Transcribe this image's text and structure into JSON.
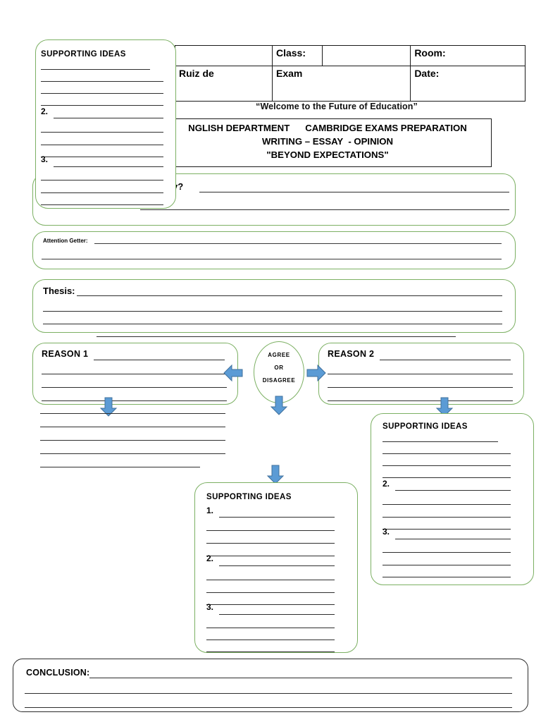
{
  "header": {
    "table": {
      "rows": [
        [
          "",
          "Class:",
          "",
          "Room:"
        ],
        [
          "Ruiz de",
          "Exam",
          "",
          "Date:"
        ]
      ]
    },
    "motto": "“Welcome to the Future of Education”",
    "dept_lines": [
      "NGLISH DEPARTMENT      CAMBRIDGE EXAMS PREPARATION",
      "WRITING – ESSAY  - OPINION",
      "\"BEYOND EXPECTATIONS\""
    ]
  },
  "topic_box": {
    "label": "y?"
  },
  "attention_box": {
    "label": "Attention Getter:"
  },
  "thesis_box": {
    "label": "Thesis:"
  },
  "reason1_box": {
    "label": "REASON 1"
  },
  "reason2_box": {
    "label": "REASON 2"
  },
  "decision_ellipse": {
    "line1": "AGREE",
    "line2": "OR",
    "line3": "DISAGREE"
  },
  "supporting_top_left": {
    "title": "SUPPORTING IDEAS",
    "markers": [
      "2.",
      "3."
    ]
  },
  "supporting_right": {
    "title": "SUPPORTING IDEAS",
    "markers": [
      "2.",
      "3."
    ]
  },
  "supporting_center": {
    "title": "SUPPORTING IDEAS",
    "markers": [
      "1.",
      "2.",
      "3."
    ]
  },
  "conclusion_box": {
    "label": "CONCLUSION:"
  },
  "colors": {
    "green_border": "#7cb063",
    "black_border": "#2b2b2b",
    "arrow_blue": "#5b9bd5",
    "arrow_blue_stroke": "#41719c",
    "rule": "#2e2e2e"
  }
}
